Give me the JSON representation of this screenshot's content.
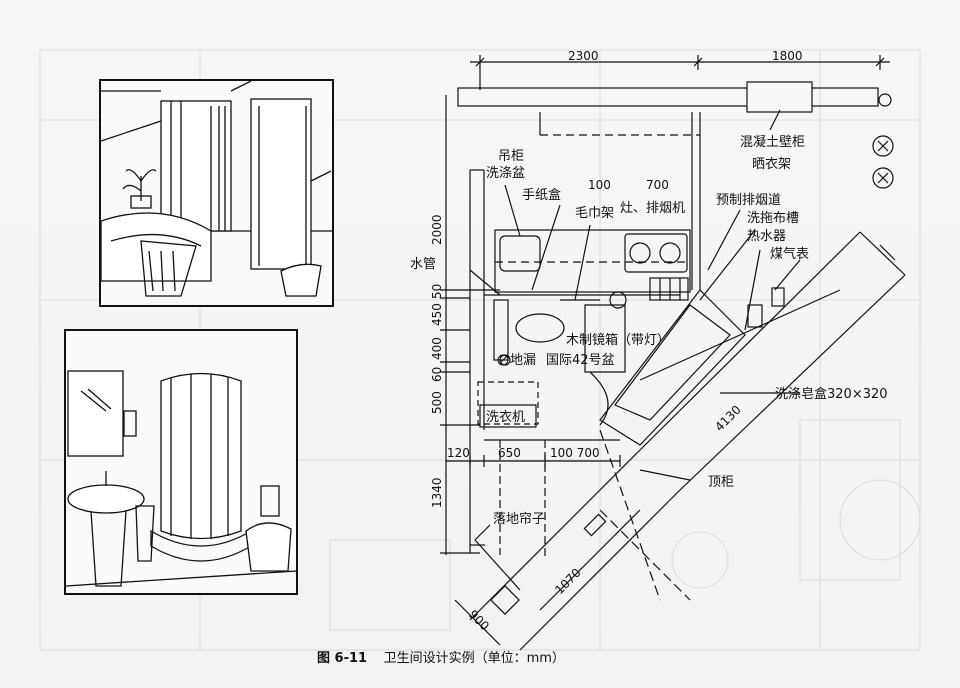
{
  "figure": {
    "number": "图 6-11",
    "caption": "卫生间设计实例（单位：mm）"
  },
  "labels": {
    "hanging_cabinet": "吊柜",
    "wash_basin": "洗涤盆",
    "tissue_box": "手纸盒",
    "towel_rack": "毛巾架",
    "stove_hood": "灶、排烟机",
    "water_pipe": "水管",
    "mirror_cabinet": "木制镜箱（带灯）",
    "floor_drain": "地漏",
    "basin_model": "国际42号盆",
    "washing_machine": "洗衣机",
    "concrete_cabinet": "混凝土壁柜",
    "drying_rack": "晒衣架",
    "prefab_flue": "预制排烟道",
    "mop_sink": "洗拖布槽",
    "water_heater": "热水器",
    "gas_meter": "煤气表",
    "soap_box": "洗涤皂盒320×320",
    "top_cabinet": "顶柜",
    "curtain": "落地帘子"
  },
  "dimensions": {
    "top_left": "2300",
    "top_right": "1800",
    "d100": "100",
    "d700_top": "700",
    "v2000": "2000",
    "v50": "50",
    "v450": "450",
    "v400": "400",
    "v60": "60",
    "v500": "500",
    "v1340": "1340",
    "h120": "120",
    "h650": "650",
    "h100_700": "100 700",
    "diag4130": "4130",
    "diag1070": "1070",
    "diag900": "900"
  },
  "colors": {
    "ink": "#111111",
    "paper": "#ffffff"
  }
}
